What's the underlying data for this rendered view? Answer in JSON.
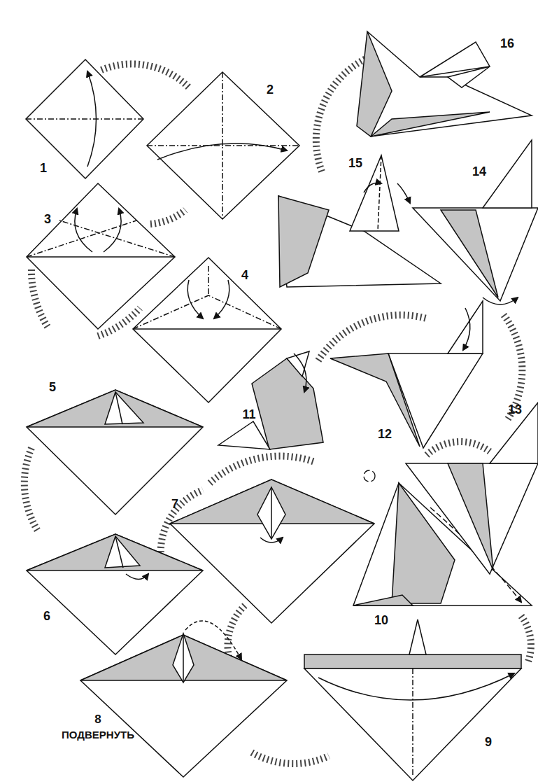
{
  "diagram": {
    "labels": [
      "16",
      "2",
      "1",
      "15",
      "14",
      "3",
      "4",
      "5",
      "11",
      "12",
      "13",
      "7",
      "6",
      "10",
      "8",
      "ПОДВЕРНУТЬ",
      "9"
    ]
  }
}
